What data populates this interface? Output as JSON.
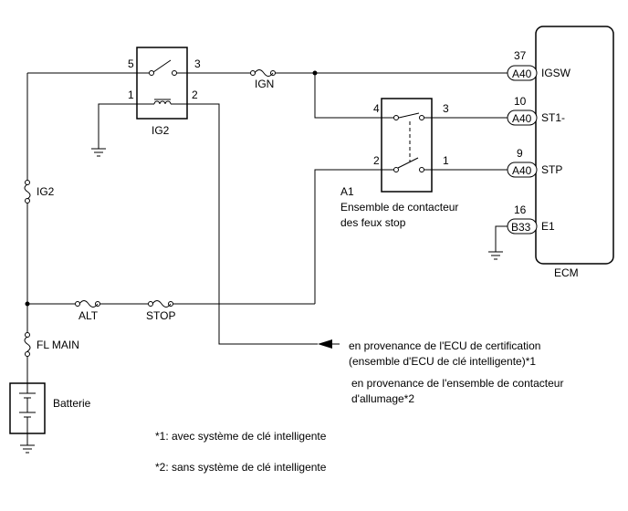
{
  "relay_ig2": {
    "name": "IG2",
    "pins": {
      "p5": "5",
      "p3": "3",
      "p1": "1",
      "p2": "2"
    }
  },
  "fuses": {
    "ign": "IGN",
    "ig2": "IG2",
    "alt": "ALT",
    "stop": "STOP",
    "fl_main": "FL MAIN"
  },
  "stop_switch": {
    "id": "A1",
    "name_line1": "Ensemble de contacteur",
    "name_line2": "des feux stop",
    "pins": {
      "p4": "4",
      "p3": "3",
      "p2": "2",
      "p1": "1"
    }
  },
  "ecm": {
    "label": "ECM",
    "terminals": [
      {
        "pin": "37",
        "connector": "A40",
        "signal": "IGSW"
      },
      {
        "pin": "10",
        "connector": "A40",
        "signal": "ST1-"
      },
      {
        "pin": "9",
        "connector": "A40",
        "signal": "STP"
      },
      {
        "pin": "16",
        "connector": "B33",
        "signal": "E1"
      }
    ]
  },
  "battery": {
    "label": "Batterie"
  },
  "source_notes": {
    "line1": "en provenance de l'ECU de certification",
    "line2": "(ensemble d'ECU de clé intelligente)*1",
    "line3": "en provenance de l'ensemble de contacteur",
    "line4": "d'allumage*2"
  },
  "footnotes": {
    "note1": "*1: avec système de clé intelligente",
    "note2": "*2: sans système de clé intelligente"
  }
}
